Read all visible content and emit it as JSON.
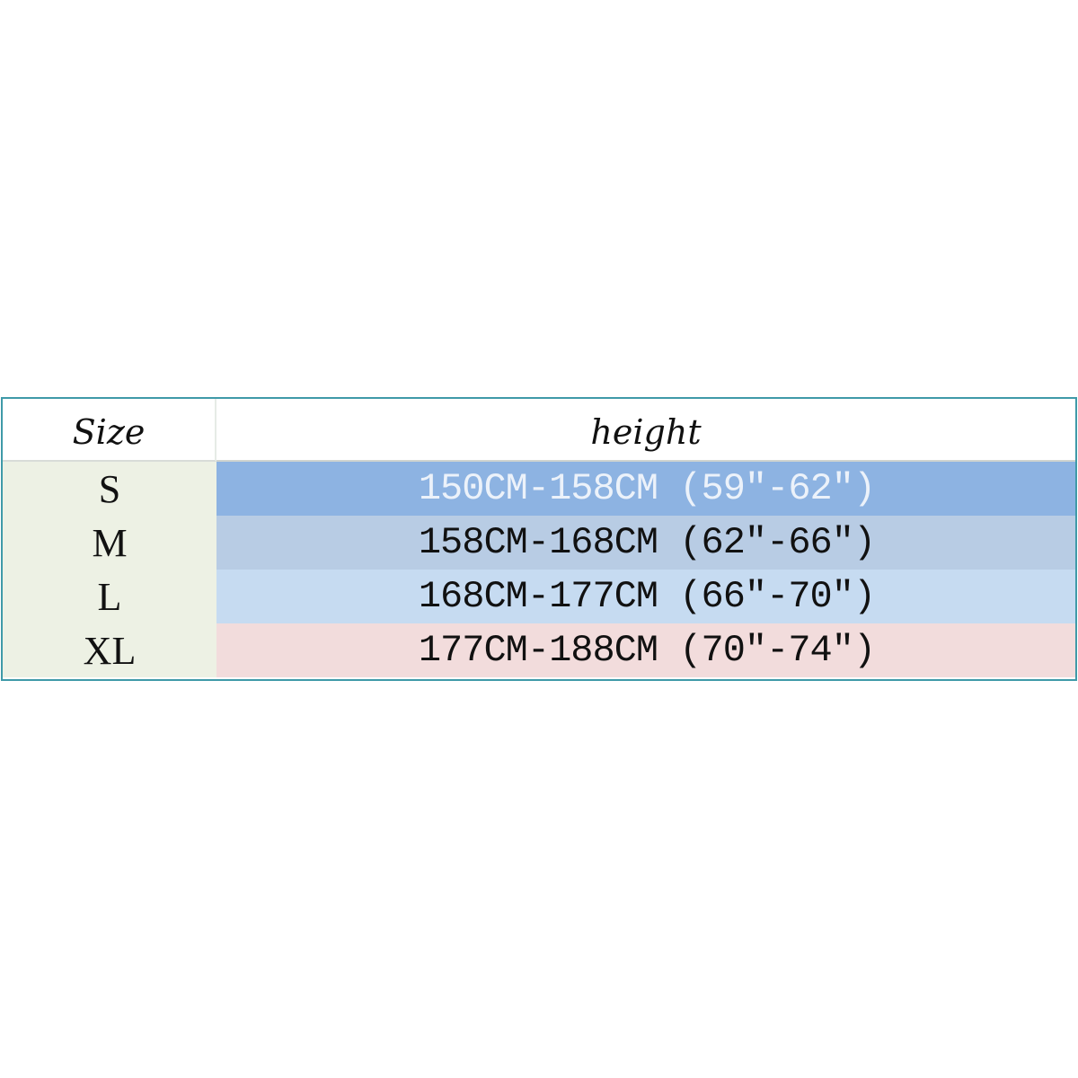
{
  "table": {
    "headers": {
      "size": "Size",
      "height": "height"
    },
    "rows": [
      {
        "size": "S",
        "height": "150CM-158CM (59″-62″)"
      },
      {
        "size": "M",
        "height": "158CM-168CM (62″-66″)"
      },
      {
        "size": "L",
        "height": "168CM-177CM (66″-70″)"
      },
      {
        "size": "XL",
        "height": "177CM-188CM (70″-74″)"
      }
    ]
  },
  "colors": {
    "border": "#3f9aa8",
    "size_column": "#edf1e4",
    "row_s": "#8db3e2",
    "row_m": "#b8cce4",
    "row_l": "#c6dbf1",
    "row_xl": "#f2dcdc"
  }
}
